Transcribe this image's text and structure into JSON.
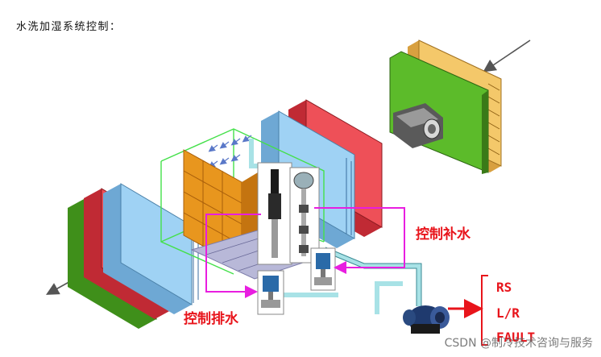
{
  "heading": "水洗加湿系统控制：",
  "labels": {
    "makeup_water": "控制补水",
    "drain_water": "控制排水"
  },
  "pump_status": [
    "RS",
    "L/R",
    "FAULT"
  ],
  "watermark": "CSDN @制冷技术咨询与服务",
  "colors": {
    "filter_green": "#4caf1e",
    "filter_red": "#e8434d",
    "filter_blue": "#8ec8ee",
    "filter_yellow": "#f0c460",
    "media_orange": "#e8961e",
    "control_magenta": "#e81ee0",
    "signal_red": "#e8141b",
    "pipe_teal": "#a8e2e6"
  }
}
